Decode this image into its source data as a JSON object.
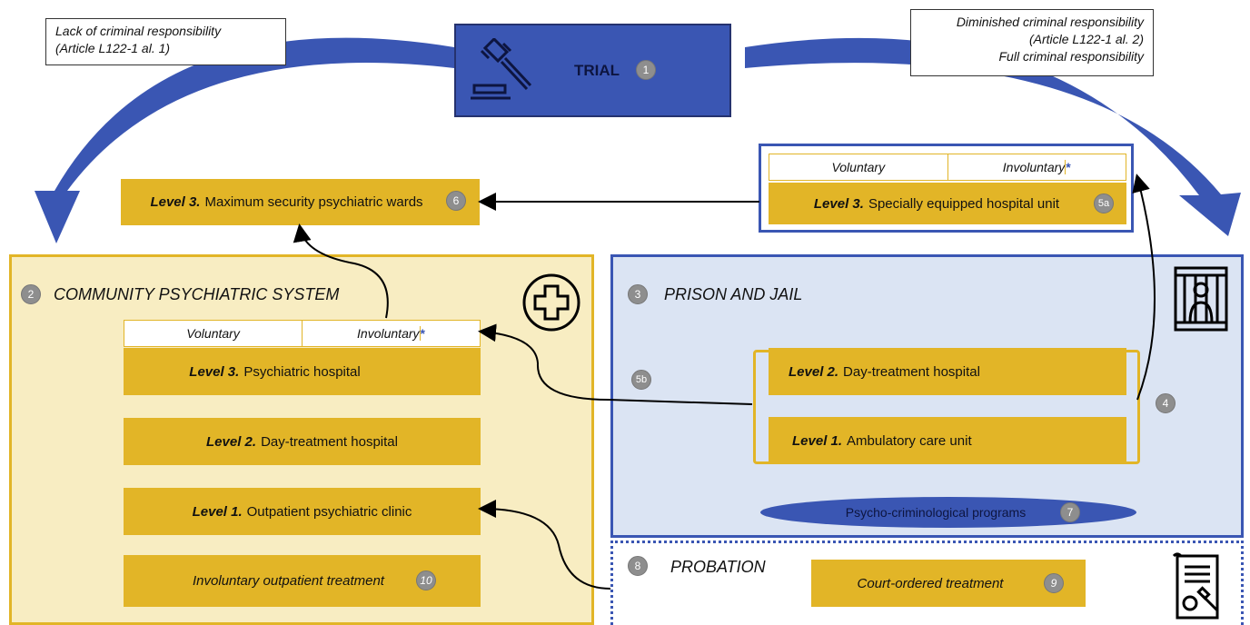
{
  "notes": {
    "lack": [
      "Lack of criminal responsibility",
      "(Article L122-1 al. 1)"
    ],
    "diminished": [
      "Diminished criminal responsibility",
      "(Article L122-1 al. 2)",
      "Full criminal responsibility"
    ]
  },
  "trial": {
    "label": "TRIAL",
    "badge": "1"
  },
  "forensic": {
    "level3_max": {
      "level": "Level 3.",
      "text": "Maximum  security psychiatric wards",
      "badge": "6"
    },
    "uhsa": {
      "tab_voluntary": "Voluntary",
      "tab_involuntary": "Involuntary",
      "asterisk": "*",
      "level": "Level 3.",
      "text": "Specially equipped hospital unit",
      "badge": "5a"
    }
  },
  "community": {
    "badge": "2",
    "title": "COMMUNITY PSYCHIATRIC SYSTEM",
    "tab_voluntary": "Voluntary",
    "tab_involuntary": "Involuntary",
    "asterisk": "*",
    "level3": {
      "level": "Level 3.",
      "text": "Psychiatric hospital"
    },
    "level2": {
      "level": "Level 2.",
      "text": "Day-treatment hospital"
    },
    "level1": {
      "level": "Level 1.",
      "text": "Outpatient psychiatric clinic"
    },
    "involuntary_outpatient": {
      "text": "Involuntary outpatient treatment",
      "badge": "10"
    }
  },
  "prison": {
    "badge": "3",
    "title": "PRISON AND JAIL",
    "level2": {
      "level": "Level 2.",
      "text": "Day-treatment hospital"
    },
    "level1": {
      "level": "Level 1.",
      "text": "Ambulatory  care unit"
    },
    "bracket_badge": "4",
    "transfer_badge": "5b",
    "programs": {
      "text": "Psycho-criminological programs",
      "badge": "7"
    }
  },
  "probation": {
    "badge": "8",
    "title": "PROBATION",
    "court": {
      "text": "Court-ordered  treatment",
      "badge": "9"
    }
  },
  "colors": {
    "gold": "#e2b527",
    "blue": "#3a56b3",
    "community_bg": "#f8edc2",
    "prison_bg": "#dbe4f3"
  }
}
